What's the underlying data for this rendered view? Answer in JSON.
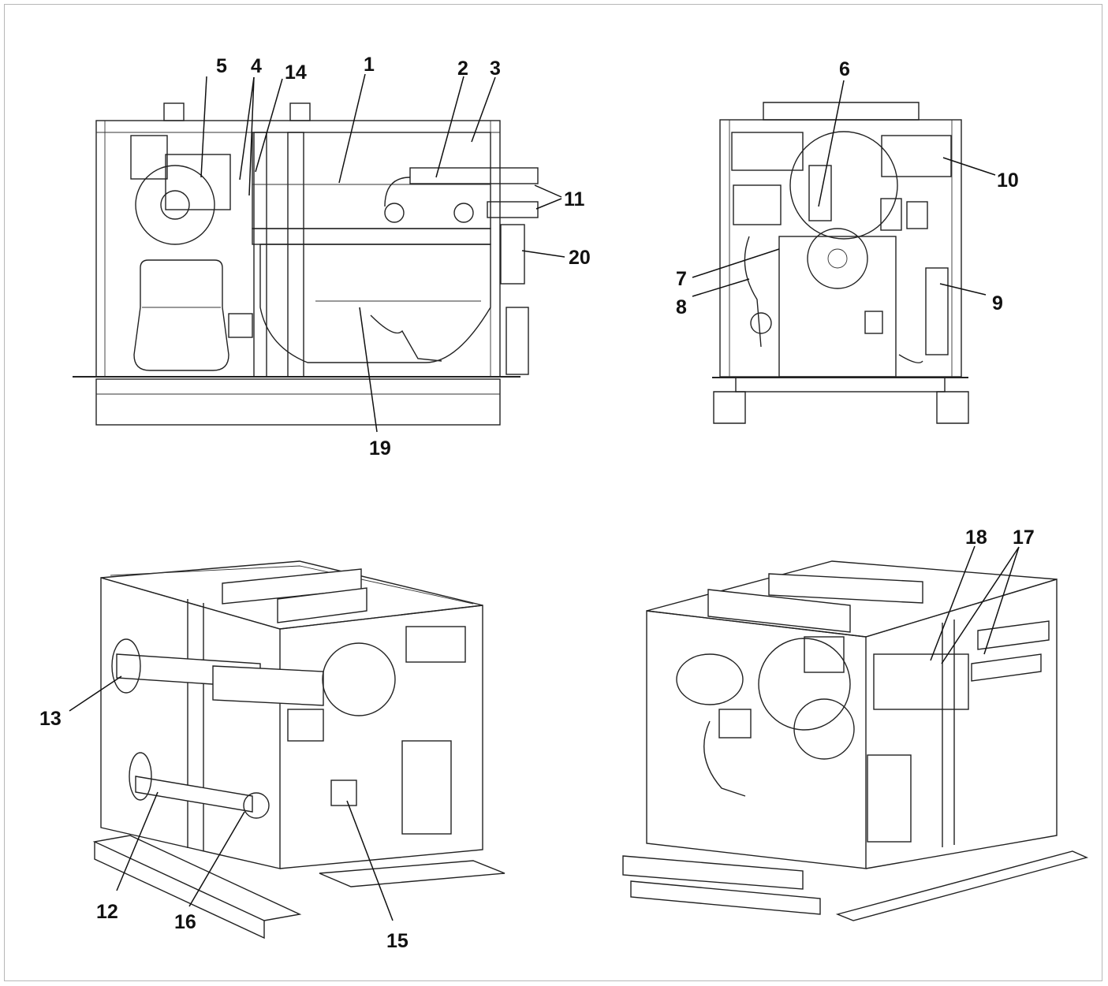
{
  "colors": {
    "line": "#222222",
    "frame": "#b7b7b7",
    "background": "#ffffff"
  },
  "views": {
    "side": {
      "labels": {
        "l1": "1",
        "l2": "2",
        "l3": "3",
        "l4": "4",
        "l5": "5",
        "l11": "11",
        "l14": "14",
        "l19": "19",
        "l20": "20"
      }
    },
    "front": {
      "labels": {
        "l6": "6",
        "l7": "7",
        "l8": "8",
        "l9": "9",
        "l10": "10"
      }
    },
    "iso_left": {
      "labels": {
        "l12": "12",
        "l13": "13",
        "l15": "15",
        "l16": "16"
      }
    },
    "iso_right": {
      "labels": {
        "l17": "17",
        "l18": "18"
      }
    }
  }
}
